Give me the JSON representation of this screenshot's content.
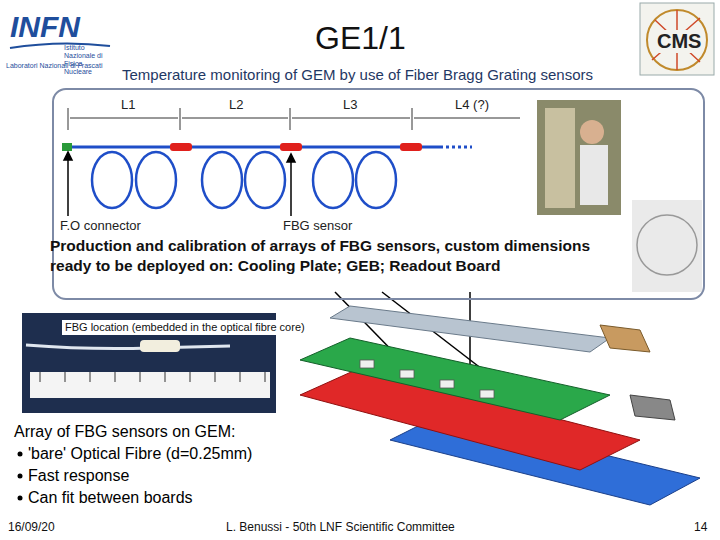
{
  "diagram": {
    "title": "GE1/1",
    "nodes": [
      {
        "text": [
          "Production and calibration of arrays of FBG sensors, custom dimensions ready to be deployed on: Cooling Plate; GEB; Readout Board"
        ]
      }
    ],
    "labels": [
      "INFN",
      "Istituto Nazionale di Fisica Nucleare",
      "Laboratori Nazionali di Frascati",
      "CMS",
      "Temperature monitoring of GEM by use of Fiber Bragg Grating sensors",
      "L1",
      "L2",
      "L3",
      "L4 (?)",
      "F.O connector",
      "FBG sensor",
      "FBG location (embedded in the optical fibre core)",
      "Array of FBG sensors on GEM:",
      "'bare' Optical Fibre (d=0.25mm)",
      "Fast response",
      "Can fit between boards",
      "16/09/20",
      "L. Benussi - 50th LNF Scientific Committee",
      "14"
    ]
  }
}
